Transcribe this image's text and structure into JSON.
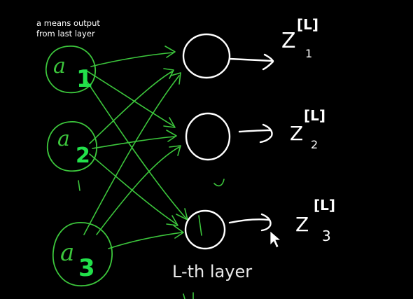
{
  "annotation": {
    "line1": "a means output",
    "line2": "from last layer"
  },
  "caption": "L-th layer",
  "inputs": [
    {
      "letter": "a",
      "sub": "1"
    },
    {
      "letter": "a",
      "sub": "2"
    },
    {
      "letter": "a",
      "sub": "3"
    }
  ],
  "outputs": [
    {
      "letter": "Z",
      "sup": "[L]",
      "sub": "1"
    },
    {
      "letter": "Z",
      "sup": "[L]",
      "sub": "2"
    },
    {
      "letter": "Z",
      "sup": "[L]",
      "sub": "3"
    }
  ],
  "colors": {
    "background": "#000000",
    "ink_green": "#3cc63c",
    "ink_bright_green": "#22e04a",
    "ink_white": "#ffffff"
  },
  "icons": [
    "mouse-cursor-icon"
  ]
}
